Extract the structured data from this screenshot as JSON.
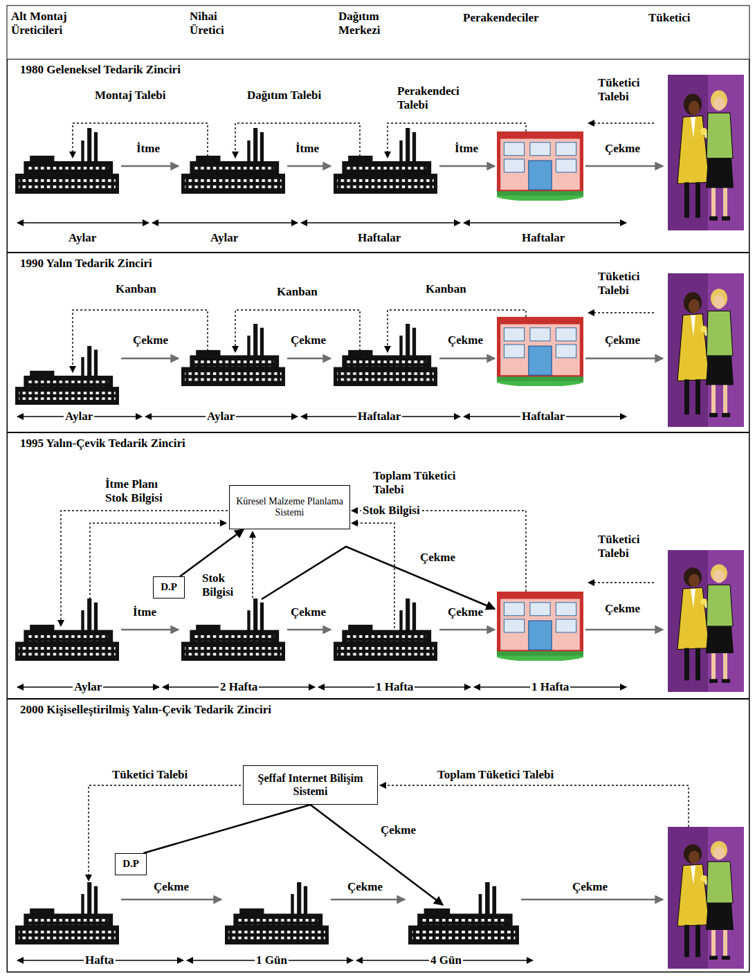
{
  "diagram": {
    "nodes": [
      {
        "text": [
          "1980 Geleneksel Tedarik Zinciri"
        ]
      },
      {
        "text": [
          "1990 Yalın Tedarik Zinciri"
        ]
      },
      {
        "text": [
          "1995 Yalın-Çevik Tedarik Zinciri"
        ]
      },
      {
        "text": [
          "Küresel Malzeme Planlama Sistemi"
        ],
        "in": 2
      },
      {
        "text": [
          "D.P"
        ],
        "in": 2
      },
      {
        "text": [
          "2000 Kişiselleştirilmiş Yalın-Çevik Tedarik Zinciri"
        ]
      },
      {
        "text": [
          "Şeffaf Internet Bilişim Sistemi"
        ],
        "in": 5
      },
      {
        "text": [
          "D.P"
        ],
        "in": 5
      }
    ],
    "edges": [
      {
        "from": 4,
        "to": 3,
        "arrow": "to"
      },
      {
        "from": 7,
        "to": 6,
        "arrow": "none"
      }
    ],
    "labels": [
      "Alt Montaj Üreticileri",
      "Nihai Üretici",
      "Dağıtım Merkezi",
      "Perakendeciler",
      "Tüketici",
      "Montaj Talebi",
      "Dağıtım Talebi",
      "Perakendeci Talebi",
      "Tüketici Talebi",
      "İtme",
      "İtme",
      "İtme",
      "Çekme",
      "Aylar",
      "Aylar",
      "Haftalar",
      "Haftalar",
      "Kanban",
      "Kanban",
      "Kanban",
      "Tüketici Talebi",
      "Çekme",
      "Çekme",
      "Çekme",
      "Çekme",
      "Aylar",
      "Aylar",
      "Haftalar",
      "Haftalar",
      "İtme Planı",
      "Stok Bilgisi",
      "Toplam Tüketici Talebi",
      "Stok Bilgisi",
      "Tüketici Talebi",
      "Stok Bilgisi",
      "Çekme",
      "İtme",
      "Çekme",
      "Çekme",
      "Çekme",
      "Aylar",
      "2 Hafta",
      "1 Hafta",
      "1 Hafta",
      "Tüketici Talebi",
      "Toplam Tüketici Talebi",
      "Çekme",
      "Çekme",
      "Çekme",
      "Çekme",
      "Hafta",
      "1 Gün",
      "4 Gün"
    ]
  }
}
